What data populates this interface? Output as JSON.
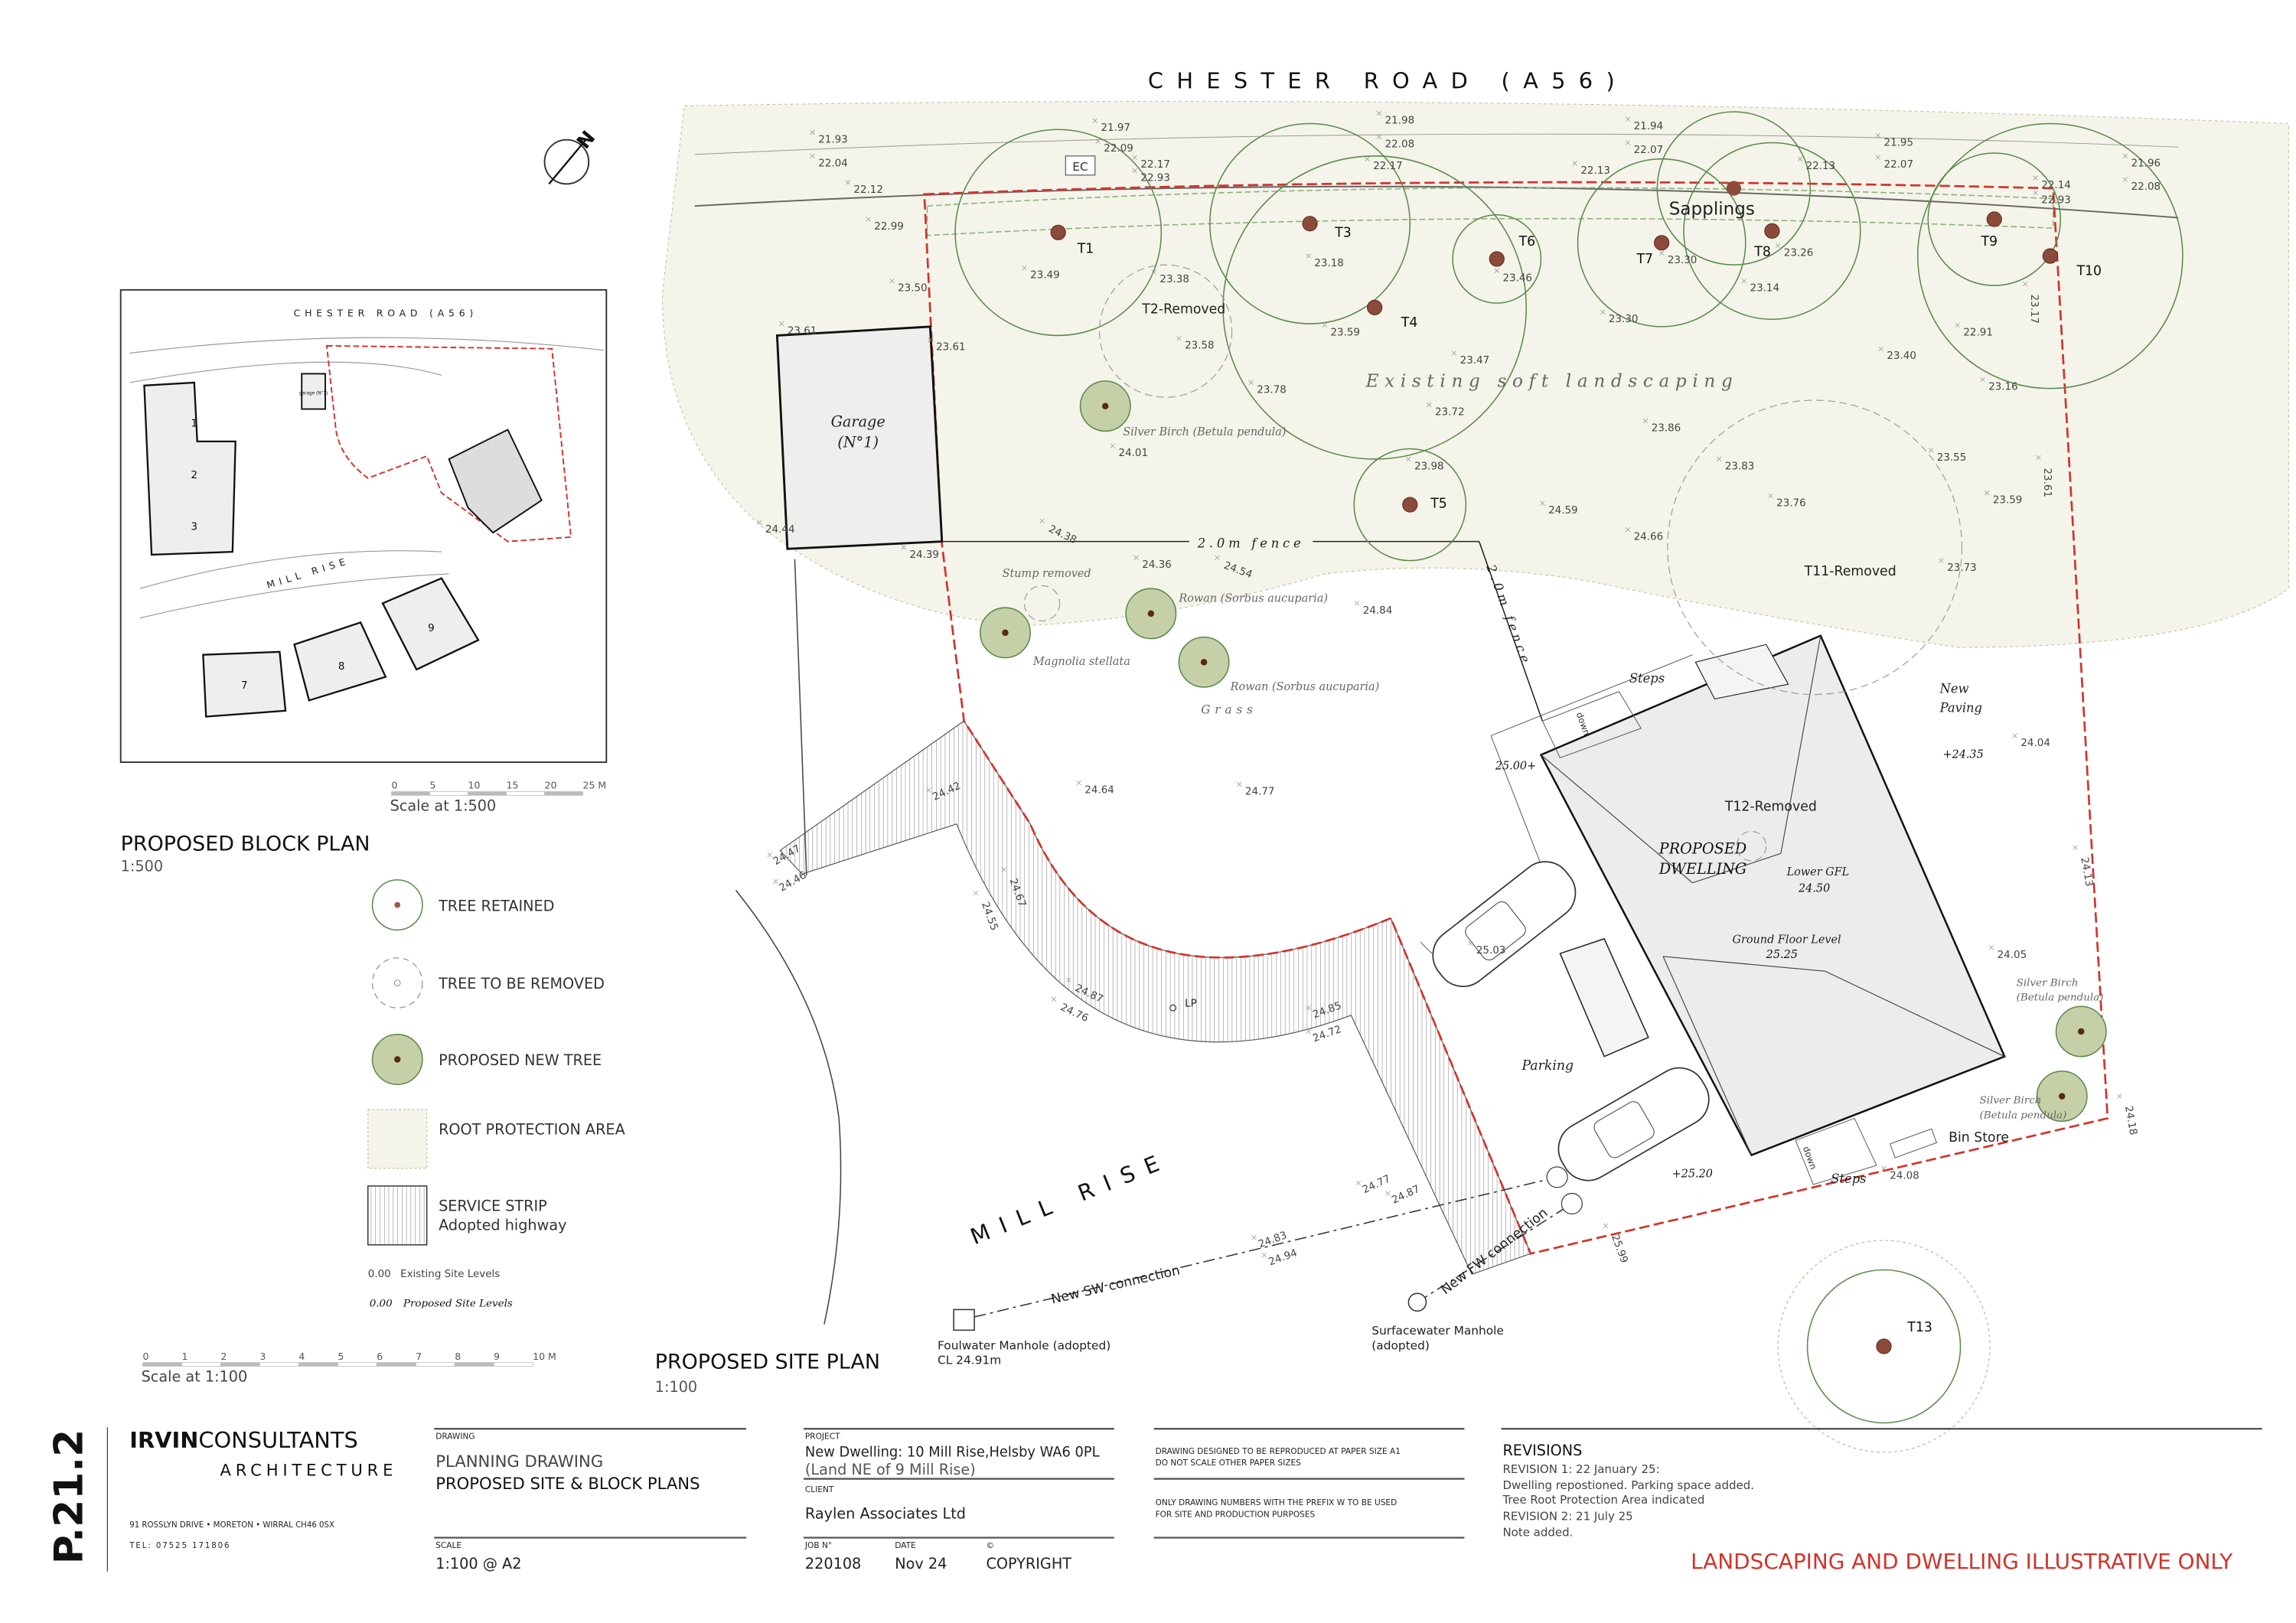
{
  "road_name": "CHESTER ROAD (A56)",
  "street_name": "MILL RISE",
  "north_label": "N",
  "trees_retained": [
    "T1",
    "T3",
    "T4",
    "T5",
    "T6",
    "T7",
    "T8",
    "T9",
    "T10",
    "T13"
  ],
  "levels": [
    "21.93",
    "22.04",
    "21.97",
    "22.09",
    "22.17",
    "22.93",
    "22.12",
    "22.99",
    "23.50",
    "23.49",
    "23.38",
    "21.98",
    "22.08",
    "22.17",
    "23.18",
    "23.59",
    "23.58",
    "23.78",
    "23.47",
    "23.72",
    "21.94",
    "22.07",
    "22.13",
    "22.13",
    "21.95",
    "22.07",
    "21.96",
    "22.08",
    "22.14",
    "22.93",
    "23.46",
    "23.30",
    "23.26",
    "23.14",
    "23.30",
    "22.91",
    "23.40",
    "23.16",
    "23.86",
    "23.83",
    "23.76",
    "23.55",
    "23.59",
    "23.73",
    "23.98",
    "24.59",
    "24.66",
    "24.01",
    "24.38",
    "24.36",
    "24.54",
    "24.84",
    "24.39",
    "24.44",
    "23.61",
    "23.61",
    "24.64",
    "24.77",
    "24.42",
    "24.47",
    "24.46",
    "24.67",
    "24.55",
    "24.87",
    "24.76",
    "24.85",
    "24.72",
    "24.77",
    "24.87",
    "24.83",
    "24.94",
    "25.99",
    "24.04",
    "24.13",
    "24.05",
    "24.18",
    "24.08",
    "25.03",
    "23.17",
    "23.61"
  ],
  "proposed_levels": [
    "25.00+",
    "+24.35",
    "+25.20",
    "24.50",
    "25.25"
  ],
  "plan_labels": {
    "t2_removed": "T2-Removed",
    "t11_removed": "T11-Removed",
    "t12_removed": "T12-Removed",
    "silver_birch_1": "Silver Birch (Betula pendula)",
    "stump_removed": "Stump removed",
    "rowan_1": "Rowan (Sorbus aucuparia)",
    "rowan_2": "Rowan (Sorbus aucuparia)",
    "magnolia": "Magnolia stellata",
    "grass": "Grass",
    "existing_landscaping": "Existing soft landscaping",
    "ec": "EC",
    "sapplings": "Sapplings",
    "garage_line1": "Garage",
    "garage_line2": "(N°1)",
    "fence_1": "2.0m fence",
    "fence_2": "2.0m fence",
    "steps_1": "Steps",
    "steps_2": "Steps",
    "down_1": "down",
    "down_2": "down",
    "new_paving_1": "New",
    "new_paving_2": "Paving",
    "dwelling_line1": "PROPOSED",
    "dwelling_line2": "DWELLING",
    "lower_gfl": "Lower GFL",
    "ground_floor_level": "Ground Floor Level",
    "parking": "Parking",
    "bin_store": "Bin Store",
    "silver_birch_2a": "Silver Birch",
    "silver_birch_2b": "(Betula pendula)",
    "silver_birch_3a": "Silver Birch",
    "silver_birch_3b": "(Betula pendula)",
    "lp": "LP",
    "new_sw": "New SW connection",
    "new_fw": "New FW connection",
    "foul_1": "Foulwater Manhole (adopted)",
    "foul_2": "CL 24.91m",
    "surface_1": "Surfacewater Manhole",
    "surface_2": "(adopted)"
  },
  "block_plan": {
    "road": "CHESTER ROAD (A56)",
    "street": "MILL RISE",
    "garage": "garage (N°1)",
    "houses": [
      "1",
      "2",
      "3",
      "7",
      "8",
      "9"
    ],
    "title": "PROPOSED BLOCK PLAN",
    "scale": "1:500",
    "scale_bar_ticks": [
      "0",
      "5",
      "10",
      "15",
      "20",
      "25 M"
    ],
    "scale_bar_label": "Scale at 1:500"
  },
  "site_plan": {
    "title": "PROPOSED SITE PLAN",
    "scale": "1:100",
    "scale_bar_ticks": [
      "0",
      "1",
      "2",
      "3",
      "4",
      "5",
      "6",
      "7",
      "8",
      "9",
      "10 M"
    ],
    "scale_bar_label": "Scale at 1:100"
  },
  "legend": {
    "tree_retained": "TREE RETAINED",
    "tree_removed": "TREE TO BE REMOVED",
    "new_tree": "PROPOSED NEW TREE",
    "rpa": "ROOT PROTECTION AREA",
    "service_strip_1": "SERVICE STRIP",
    "service_strip_2": "Adopted highway",
    "existing_levels_value": "0.00",
    "existing_levels": "Existing Site Levels",
    "proposed_levels_value": "0.00",
    "proposed_levels": "Proposed Site Levels"
  },
  "title_block": {
    "drawing_number": "P.21.2",
    "firm_bold": "IRVIN",
    "firm_rest": "CONSULTANTS",
    "firm_sub": "ARCHITECTURE",
    "address": "91 ROSSLYN DRIVE • MORETON • WIRRAL CH46 0SX",
    "tel": "TEL: 07525 171806",
    "drawing_label": "DRAWING",
    "drawing_line1": "PLANNING DRAWING",
    "drawing_line2": "PROPOSED SITE & BLOCK PLANS",
    "scale_label": "SCALE",
    "scale_value": "1:100 @ A2",
    "project_label": "PROJECT",
    "project_line1": "New Dwelling: 10 Mill Rise,Helsby WA6 0PL",
    "project_line2": "(Land NE of 9 Mill Rise)",
    "client_label": "CLIENT",
    "client_value": "Raylen Associates Ltd",
    "job_label": "JOB N°",
    "job_value": "220108",
    "date_label": "DATE",
    "date_value": "Nov 24",
    "copy_label": "©",
    "copy_value": "COPYRIGHT",
    "note_1a": "DRAWING DESIGNED TO BE REPRODUCED AT PAPER SIZE A1",
    "note_1b": "DO NOT SCALE OTHER PAPER SIZES",
    "note_2a": "ONLY DRAWING NUMBERS WITH THE PREFIX W TO BE USED",
    "note_2b": "FOR SITE AND PRODUCTION PURPOSES",
    "revisions_title": "REVISIONS",
    "revisions": [
      "REVISION 1: 22 January 25:",
      "Dwelling repostioned. Parking space added.",
      "Tree Root Protection Area indicated",
      "REVISION 2: 21 July 25",
      "Note added."
    ],
    "illustrative_note": "LANDSCAPING AND DWELLING ILLUSTRATIVE ONLY"
  },
  "colors": {
    "boundary": "#d0342c",
    "tree_outline": "#5a8a4a",
    "trunk": "#8b4a3a",
    "new_tree_fill": "#c5d0a8",
    "rpa_fill": "#f4f4ea",
    "warning": "#d0342c"
  }
}
